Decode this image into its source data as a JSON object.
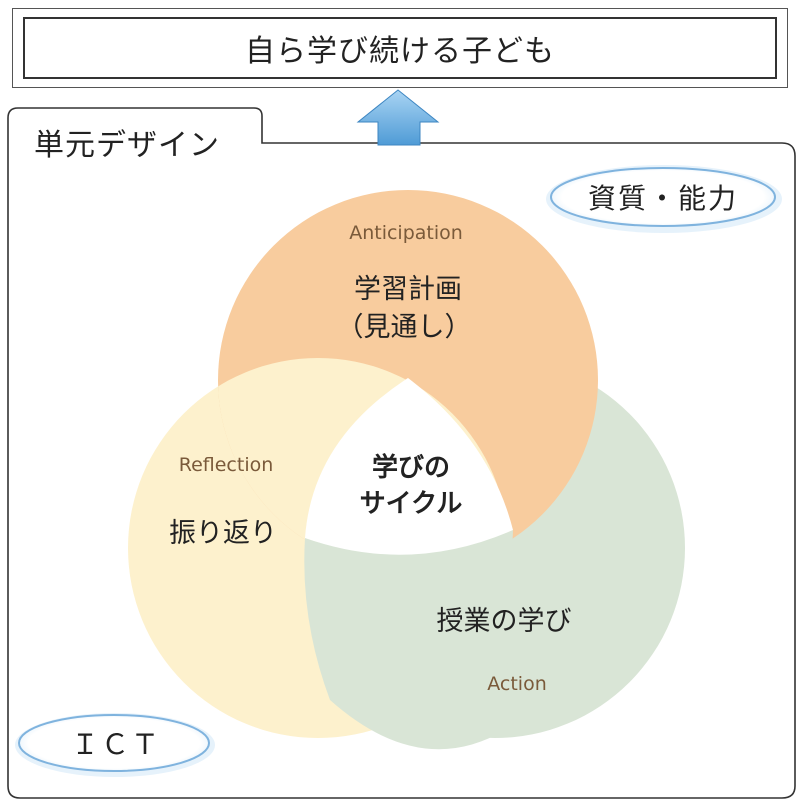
{
  "goal": {
    "title": "自ら学び続ける子ども"
  },
  "unit": {
    "tab_label": "単元デザイン"
  },
  "badges": {
    "competency": "資質・能力",
    "ict": "ＩＣＴ"
  },
  "cycle": {
    "center": {
      "line1": "学びの",
      "line2": "サイクル"
    },
    "anticipation": {
      "en": "Anticipation",
      "jp_line1": "学習計画",
      "jp_line2": "（見通し）",
      "color": "#f8cc9e"
    },
    "reflection": {
      "en": "Reflection",
      "jp": "振り返り",
      "color": "#fdf1cd"
    },
    "action": {
      "en": "Action",
      "jp": "授業の学び",
      "color": "#d9e5d6"
    }
  },
  "colors": {
    "arrow": "#6fb4e6",
    "pill_glow": "#8cc0e6"
  }
}
